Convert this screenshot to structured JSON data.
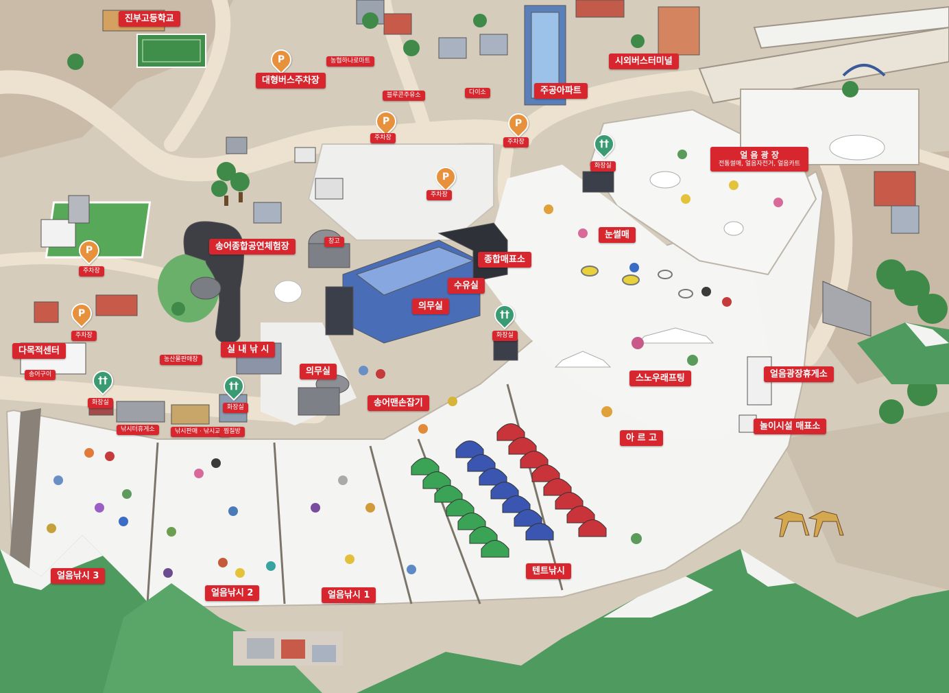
{
  "map": {
    "colors": {
      "label": "#d7262e",
      "label_text": "#ffffff",
      "parking_pin": "#e8913c",
      "restroom_pin": "#3a9a72",
      "snow": "#f4f4f2",
      "ground": "#d9cfc1",
      "mountain": "#4f9a5e",
      "road": "#ece2cf"
    },
    "labels": {
      "jinbu_high_school": "진부고등학교",
      "nonghyup_hanaro": "농협하나로마트",
      "bus_parking": "대형버스주차장",
      "bluecon_gas": "블루콘주유소",
      "daiso": "다이소",
      "jugong_apt": "주공아파트",
      "intercity_terminal": "시외버스터미널",
      "ice_plaza_title": "얼 음 광 장",
      "ice_plaza_sub": "전통썰매, 얼음자전거, 얼음카트",
      "parking_center": "주차장",
      "parking_upper": "주차장",
      "parking_right": "주차장",
      "parking_left_top": "주차장",
      "parking_left_bottom": "주차장",
      "restroom_right": "화장실",
      "restroom_center": "화장실",
      "restroom_left": "화장실",
      "restroom_mid": "화장실",
      "snow_sled": "눈썰매",
      "songeo_hall": "송어종합공연체험장",
      "warehouse": "창고",
      "ticket_office": "종합매표소",
      "nursing_room": "수유실",
      "first_aid_1": "의무실",
      "first_aid_2": "의무실",
      "indoor_fishing": "실 내 낚 시",
      "multipurpose_center": "다목적센터",
      "grilled_trout": "송어구이",
      "local_food": "농산물판매장",
      "snow_rafting": "스노우래프팅",
      "ice_plaza_rest": "얼음광장휴게소",
      "bare_hand": "송어맨손잡기",
      "fishing_rest": "낚시터휴게소",
      "fishing_class": "낚시판매 · 낚시교실",
      "jjimjil": "찜질방",
      "play_ticket": "놀이시설 매표소",
      "argo": "아 르 고",
      "ice_fishing_3": "얼음낚시 3",
      "ice_fishing_2": "얼음낚시 2",
      "ice_fishing_1": "얼음낚시 1",
      "tent_fishing": "텐트낚시"
    },
    "icons": {
      "parking": "P",
      "restroom": "††"
    }
  }
}
